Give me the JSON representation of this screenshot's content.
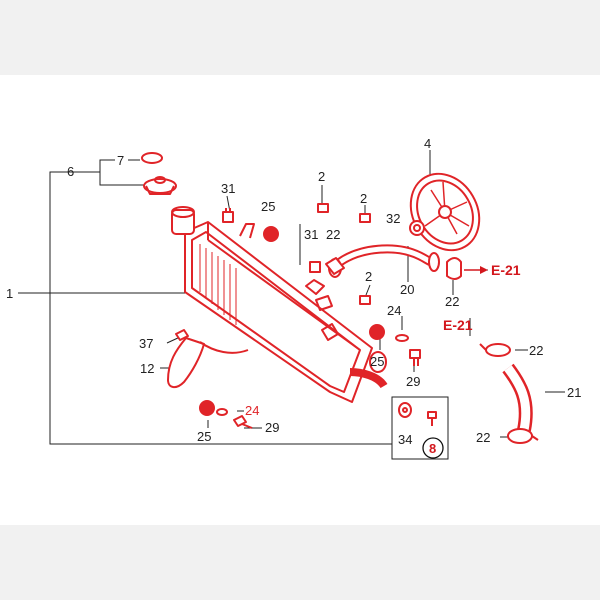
{
  "diagram": {
    "part_color": "#e02428",
    "label_color": "#222222",
    "highlight_circle_label": "8",
    "part_labels": [
      {
        "id": "p1",
        "text": "1"
      },
      {
        "id": "p2a",
        "text": "2"
      },
      {
        "id": "p2b",
        "text": "2"
      },
      {
        "id": "p2c",
        "text": "2"
      },
      {
        "id": "p4",
        "text": "4"
      },
      {
        "id": "p6",
        "text": "6"
      },
      {
        "id": "p7",
        "text": "7"
      },
      {
        "id": "p8",
        "text": "8"
      },
      {
        "id": "p12",
        "text": "12"
      },
      {
        "id": "p20",
        "text": "20"
      },
      {
        "id": "p21",
        "text": "21"
      },
      {
        "id": "p22a",
        "text": "22"
      },
      {
        "id": "p22b",
        "text": "22"
      },
      {
        "id": "p22c",
        "text": "22"
      },
      {
        "id": "p22d",
        "text": "22"
      },
      {
        "id": "p24a",
        "text": "24"
      },
      {
        "id": "p24b",
        "text": "24"
      },
      {
        "id": "p25a",
        "text": "25"
      },
      {
        "id": "p25b",
        "text": "25"
      },
      {
        "id": "p25c",
        "text": "25"
      },
      {
        "id": "p29a",
        "text": "29"
      },
      {
        "id": "p29b",
        "text": "29"
      },
      {
        "id": "p31a",
        "text": "31"
      },
      {
        "id": "p31b",
        "text": "31"
      },
      {
        "id": "p32",
        "text": "32"
      },
      {
        "id": "p34",
        "text": "34"
      },
      {
        "id": "p37",
        "text": "37"
      }
    ],
    "references": [
      {
        "id": "e21a",
        "text": "E-21"
      },
      {
        "id": "e21b",
        "text": "E-21"
      }
    ]
  }
}
